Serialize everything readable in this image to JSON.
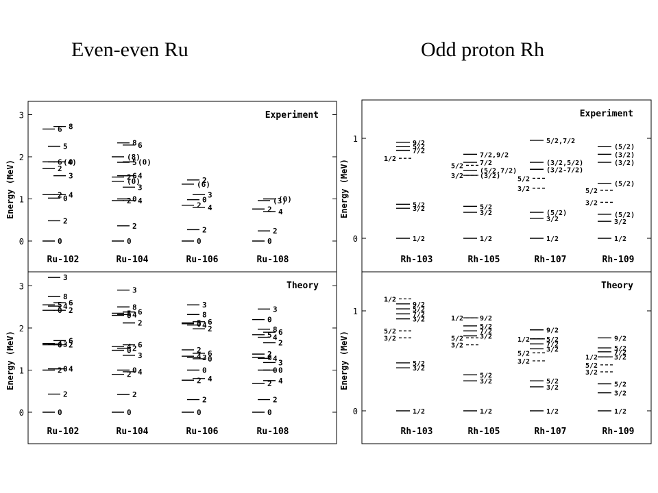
{
  "titles": {
    "left": "Even-even Ru",
    "right": "Odd proton Rh"
  },
  "y_label": "Energy (MeV)",
  "ru": {
    "nuclides": [
      "Ru-102",
      "Ru-104",
      "Ru-106",
      "Ru-108"
    ],
    "experiment": {
      "label": "Experiment",
      "y_ticks": [
        "0",
        "1",
        "2",
        "3"
      ],
      "levels": [
        [
          {
            "e": 0,
            "label": "0",
            "side": "r"
          },
          {
            "e": 0.48,
            "label": "2",
            "side": "r"
          },
          {
            "e": 1.1,
            "label": "4",
            "side": "r"
          },
          {
            "e": 1.1,
            "label": "2",
            "side": "r"
          },
          {
            "e": 1.02,
            "label": "0",
            "side": "r"
          },
          {
            "e": 1.55,
            "label": "3",
            "side": "r"
          },
          {
            "e": 1.72,
            "label": "2",
            "side": "r"
          },
          {
            "e": 1.88,
            "label": "(4)",
            "side": "r"
          },
          {
            "e": 1.88,
            "label": "0",
            "side": "r"
          },
          {
            "e": 1.88,
            "label": "6",
            "side": "r"
          },
          {
            "e": 2.25,
            "label": "5",
            "side": "r"
          },
          {
            "e": 2.72,
            "label": "8",
            "side": "r"
          },
          {
            "e": 2.66,
            "label": "6",
            "side": "r"
          }
        ],
        [
          {
            "e": 0,
            "label": "0",
            "side": "r"
          },
          {
            "e": 0.36,
            "label": "2",
            "side": "r"
          },
          {
            "e": 0.96,
            "label": "4",
            "side": "r"
          },
          {
            "e": 0.96,
            "label": "2",
            "side": "r"
          },
          {
            "e": 1.0,
            "label": "0",
            "side": "r"
          },
          {
            "e": 1.28,
            "label": "3",
            "side": "r"
          },
          {
            "e": 1.42,
            "label": "(0)",
            "side": "r"
          },
          {
            "e": 1.55,
            "label": "6",
            "side": "r"
          },
          {
            "e": 1.55,
            "label": "4",
            "side": "r"
          },
          {
            "e": 1.52,
            "label": "2",
            "side": "r"
          },
          {
            "e": 1.87,
            "label": "5",
            "side": "r"
          },
          {
            "e": 1.88,
            "label": "(0)",
            "side": "r"
          },
          {
            "e": 2.0,
            "label": "(8)",
            "side": "r"
          },
          {
            "e": 2.33,
            "label": "8",
            "side": "r"
          },
          {
            "e": 2.28,
            "label": "6",
            "side": "r"
          }
        ],
        [
          {
            "e": 0,
            "label": "0",
            "side": "r"
          },
          {
            "e": 0.27,
            "label": "2",
            "side": "r"
          },
          {
            "e": 0.8,
            "label": "4",
            "side": "r"
          },
          {
            "e": 0.85,
            "label": "2",
            "side": "r"
          },
          {
            "e": 0.98,
            "label": "0",
            "side": "r"
          },
          {
            "e": 1.1,
            "label": "3",
            "side": "r"
          },
          {
            "e": 1.35,
            "label": "(6)",
            "side": "r"
          },
          {
            "e": 1.45,
            "label": "2",
            "side": "r"
          }
        ],
        [
          {
            "e": 0,
            "label": "0",
            "side": "r"
          },
          {
            "e": 0.24,
            "label": "2",
            "side": "r"
          },
          {
            "e": 0.7,
            "label": "4",
            "side": "r"
          },
          {
            "e": 0.76,
            "label": "2",
            "side": "r"
          },
          {
            "e": 0.96,
            "label": "(3)",
            "side": "r"
          },
          {
            "e": 1.0,
            "label": "(0)",
            "side": "r"
          }
        ]
      ]
    },
    "theory": {
      "label": "Theory",
      "y_ticks": [
        "0",
        "1",
        "2",
        "3"
      ],
      "levels": [
        [
          {
            "e": 0,
            "label": "0",
            "side": "r"
          },
          {
            "e": 0.43,
            "label": "2",
            "side": "r"
          },
          {
            "e": 1.03,
            "label": "4",
            "side": "r"
          },
          {
            "e": 1.0,
            "label": "2",
            "side": "r"
          },
          {
            "e": 1.03,
            "label": "0",
            "side": "r"
          },
          {
            "e": 1.7,
            "label": "6",
            "side": "r"
          },
          {
            "e": 1.63,
            "label": "4",
            "side": "r"
          },
          {
            "e": 1.62,
            "label": "3",
            "side": "r"
          },
          {
            "e": 1.6,
            "label": "2",
            "side": "r"
          },
          {
            "e": 1.6,
            "label": "0",
            "side": "r"
          },
          {
            "e": 2.75,
            "label": "8",
            "side": "r"
          },
          {
            "e": 2.6,
            "label": "6",
            "side": "r"
          },
          {
            "e": 2.55,
            "label": "5",
            "side": "r"
          },
          {
            "e": 2.52,
            "label": "4",
            "side": "r"
          },
          {
            "e": 2.42,
            "label": "2",
            "side": "r"
          },
          {
            "e": 2.42,
            "label": "0",
            "side": "r"
          },
          {
            "e": 3.2,
            "label": "3",
            "side": "r"
          }
        ],
        [
          {
            "e": 0,
            "label": "0",
            "side": "r"
          },
          {
            "e": 0.42,
            "label": "2",
            "side": "r"
          },
          {
            "e": 0.96,
            "label": "4",
            "side": "r"
          },
          {
            "e": 0.9,
            "label": "2",
            "side": "r"
          },
          {
            "e": 1.0,
            "label": "0",
            "side": "r"
          },
          {
            "e": 1.6,
            "label": "6",
            "side": "r"
          },
          {
            "e": 1.56,
            "label": "4",
            "side": "r"
          },
          {
            "e": 1.52,
            "label": "2",
            "side": "r"
          },
          {
            "e": 1.35,
            "label": "3",
            "side": "r"
          },
          {
            "e": 1.47,
            "label": "0",
            "side": "r"
          },
          {
            "e": 2.5,
            "label": "8",
            "side": "r"
          },
          {
            "e": 2.38,
            "label": "6",
            "side": "r"
          },
          {
            "e": 2.35,
            "label": "5",
            "side": "r"
          },
          {
            "e": 2.32,
            "label": "4",
            "side": "r"
          },
          {
            "e": 2.12,
            "label": "2",
            "side": "r"
          },
          {
            "e": 2.3,
            "label": "0",
            "side": "r"
          },
          {
            "e": 2.9,
            "label": "3",
            "side": "r"
          }
        ],
        [
          {
            "e": 0,
            "label": "0",
            "side": "r"
          },
          {
            "e": 0.3,
            "label": "2",
            "side": "r"
          },
          {
            "e": 0.8,
            "label": "4",
            "side": "r"
          },
          {
            "e": 0.76,
            "label": "2",
            "side": "r"
          },
          {
            "e": 1.0,
            "label": "0",
            "side": "r"
          },
          {
            "e": 1.4,
            "label": "6",
            "side": "r"
          },
          {
            "e": 1.33,
            "label": "4",
            "side": "r"
          },
          {
            "e": 1.3,
            "label": "3",
            "side": "r"
          },
          {
            "e": 1.27,
            "label": "0",
            "side": "r"
          },
          {
            "e": 1.48,
            "label": "2",
            "side": "r"
          },
          {
            "e": 2.32,
            "label": "8",
            "side": "r"
          },
          {
            "e": 2.15,
            "label": "6",
            "side": "r"
          },
          {
            "e": 2.12,
            "label": "5",
            "side": "r"
          },
          {
            "e": 2.07,
            "label": "4",
            "side": "r"
          },
          {
            "e": 1.98,
            "label": "2",
            "side": "r"
          },
          {
            "e": 2.1,
            "label": "0",
            "side": "r"
          },
          {
            "e": 2.55,
            "label": "3",
            "side": "r"
          }
        ],
        [
          {
            "e": 0,
            "label": "0",
            "side": "r"
          },
          {
            "e": 0.3,
            "label": "2",
            "side": "r"
          },
          {
            "e": 0.75,
            "label": "4",
            "side": "r"
          },
          {
            "e": 0.68,
            "label": "2",
            "side": "r"
          },
          {
            "e": 1.0,
            "label": "0",
            "side": "r"
          },
          {
            "e": 1.0,
            "label": "0",
            "side": "r"
          },
          {
            "e": 1.3,
            "label": "6",
            "side": "r"
          },
          {
            "e": 1.28,
            "label": "4",
            "side": "r"
          },
          {
            "e": 1.18,
            "label": "3",
            "side": "r"
          },
          {
            "e": 1.38,
            "label": "2",
            "side": "r"
          },
          {
            "e": 1.97,
            "label": "8",
            "side": "r"
          },
          {
            "e": 1.9,
            "label": "6",
            "side": "r"
          },
          {
            "e": 1.84,
            "label": "5",
            "side": "r"
          },
          {
            "e": 1.78,
            "label": "4",
            "side": "r"
          },
          {
            "e": 1.65,
            "label": "2",
            "side": "r"
          },
          {
            "e": 2.2,
            "label": "0",
            "side": "r"
          },
          {
            "e": 2.45,
            "label": "3",
            "side": "r"
          }
        ]
      ]
    }
  },
  "rh": {
    "nuclides": [
      "Rh-103",
      "Rh-105",
      "Rh-107",
      "Rh-109"
    ],
    "experiment": {
      "label": "Experiment",
      "y_ticks": [
        "0",
        "1"
      ],
      "levels": [
        [
          {
            "e": 0,
            "label": "1/2",
            "side": "r"
          },
          {
            "e": 0.3,
            "label": "3/2",
            "side": "r"
          },
          {
            "e": 0.34,
            "label": "5/2",
            "side": "r"
          },
          {
            "e": 0.88,
            "label": "7/2",
            "side": "r"
          },
          {
            "e": 0.92,
            "label": "5/2",
            "side": "r"
          },
          {
            "e": 0.96,
            "label": "9/2",
            "side": "r"
          },
          {
            "e": 0.8,
            "label": "1/2",
            "side": "l",
            "dash": true
          }
        ],
        [
          {
            "e": 0,
            "label": "1/2",
            "side": "r"
          },
          {
            "e": 0.26,
            "label": "3/2",
            "side": "r"
          },
          {
            "e": 0.32,
            "label": "5/2",
            "side": "r"
          },
          {
            "e": 0.63,
            "label": "(3/2)",
            "side": "r"
          },
          {
            "e": 0.68,
            "label": "(5/2,7/2)",
            "side": "r"
          },
          {
            "e": 0.76,
            "label": "7/2",
            "side": "r"
          },
          {
            "e": 0.84,
            "label": "7/2,9/2",
            "side": "r"
          },
          {
            "e": 0.73,
            "label": "5/2",
            "side": "l",
            "dash": true
          },
          {
            "e": 0.63,
            "label": "3/2",
            "side": "l",
            "dash": true
          }
        ],
        [
          {
            "e": 0,
            "label": "1/2",
            "side": "r"
          },
          {
            "e": 0.2,
            "label": "3/2",
            "side": "r"
          },
          {
            "e": 0.26,
            "label": "(5/2)",
            "side": "r"
          },
          {
            "e": 0.69,
            "label": "(3/2-7/2)",
            "side": "r"
          },
          {
            "e": 0.76,
            "label": "(3/2,5/2)",
            "side": "r"
          },
          {
            "e": 0.98,
            "label": "5/2,7/2",
            "side": "r"
          },
          {
            "e": 0.6,
            "label": "5/2",
            "side": "l",
            "dash": true
          },
          {
            "e": 0.5,
            "label": "3/2",
            "side": "l",
            "dash": true
          }
        ],
        [
          {
            "e": 0,
            "label": "1/2",
            "side": "r"
          },
          {
            "e": 0.17,
            "label": "3/2",
            "side": "r"
          },
          {
            "e": 0.24,
            "label": "(5/2)",
            "side": "r"
          },
          {
            "e": 0.55,
            "label": "(5/2)",
            "side": "r"
          },
          {
            "e": 0.76,
            "label": "(3/2)",
            "side": "r"
          },
          {
            "e": 0.84,
            "label": "(3/2)",
            "side": "r"
          },
          {
            "e": 0.92,
            "label": "(5/2)",
            "side": "r"
          },
          {
            "e": 0.48,
            "label": "5/2",
            "side": "l",
            "dash": true
          },
          {
            "e": 0.36,
            "label": "3/2",
            "side": "l",
            "dash": true
          }
        ]
      ]
    },
    "theory": {
      "label": "Theory",
      "y_ticks": [
        "0",
        "1"
      ],
      "levels": [
        [
          {
            "e": 0,
            "label": "1/2",
            "side": "r"
          },
          {
            "e": 0.43,
            "label": "3/2",
            "side": "r"
          },
          {
            "e": 0.48,
            "label": "5/2",
            "side": "r"
          },
          {
            "e": 0.92,
            "label": "3/2",
            "side": "r"
          },
          {
            "e": 0.97,
            "label": "7/2",
            "side": "r"
          },
          {
            "e": 1.02,
            "label": "5/2",
            "side": "r"
          },
          {
            "e": 1.07,
            "label": "9/2",
            "side": "r"
          },
          {
            "e": 1.12,
            "label": "1/2",
            "side": "l",
            "dash": true
          },
          {
            "e": 0.8,
            "label": "5/2",
            "side": "l",
            "dash": true
          },
          {
            "e": 0.73,
            "label": "3/2",
            "side": "l",
            "dash": true
          }
        ],
        [
          {
            "e": 0,
            "label": "1/2",
            "side": "r"
          },
          {
            "e": 0.3,
            "label": "3/2",
            "side": "r"
          },
          {
            "e": 0.36,
            "label": "5/2",
            "side": "r"
          },
          {
            "e": 0.75,
            "label": "3/2",
            "side": "r"
          },
          {
            "e": 0.8,
            "label": "7/2",
            "side": "r"
          },
          {
            "e": 0.85,
            "label": "5/2",
            "side": "r"
          },
          {
            "e": 0.93,
            "label": "9/2",
            "side": "r"
          },
          {
            "e": 0.93,
            "label": "1/2",
            "side": "l",
            "dash": true
          },
          {
            "e": 0.73,
            "label": "5/2",
            "side": "l",
            "dash": true
          },
          {
            "e": 0.66,
            "label": "3/2",
            "side": "l",
            "dash": true
          }
        ],
        [
          {
            "e": 0,
            "label": "1/2",
            "side": "r"
          },
          {
            "e": 0.24,
            "label": "3/2",
            "side": "r"
          },
          {
            "e": 0.3,
            "label": "5/2",
            "side": "r"
          },
          {
            "e": 0.62,
            "label": "3/2",
            "side": "r"
          },
          {
            "e": 0.67,
            "label": "7/2",
            "side": "r"
          },
          {
            "e": 0.72,
            "label": "5/2",
            "side": "r"
          },
          {
            "e": 0.81,
            "label": "9/2",
            "side": "r"
          },
          {
            "e": 0.72,
            "label": "1/2",
            "side": "l",
            "dash": true
          },
          {
            "e": 0.58,
            "label": "5/2",
            "side": "l",
            "dash": true
          },
          {
            "e": 0.5,
            "label": "3/2",
            "side": "l",
            "dash": true
          }
        ],
        [
          {
            "e": 0,
            "label": "1/2",
            "side": "r"
          },
          {
            "e": 0.18,
            "label": "3/2",
            "side": "r"
          },
          {
            "e": 0.27,
            "label": "5/2",
            "side": "r"
          },
          {
            "e": 0.54,
            "label": "3/2",
            "side": "r"
          },
          {
            "e": 0.59,
            "label": "7/2",
            "side": "r"
          },
          {
            "e": 0.63,
            "label": "5/2",
            "side": "r"
          },
          {
            "e": 0.73,
            "label": "9/2",
            "side": "r"
          },
          {
            "e": 0.54,
            "label": "1/2",
            "side": "l",
            "dash": true
          },
          {
            "e": 0.46,
            "label": "5/2",
            "side": "l",
            "dash": true
          },
          {
            "e": 0.39,
            "label": "3/2",
            "side": "l",
            "dash": true
          }
        ]
      ]
    }
  }
}
